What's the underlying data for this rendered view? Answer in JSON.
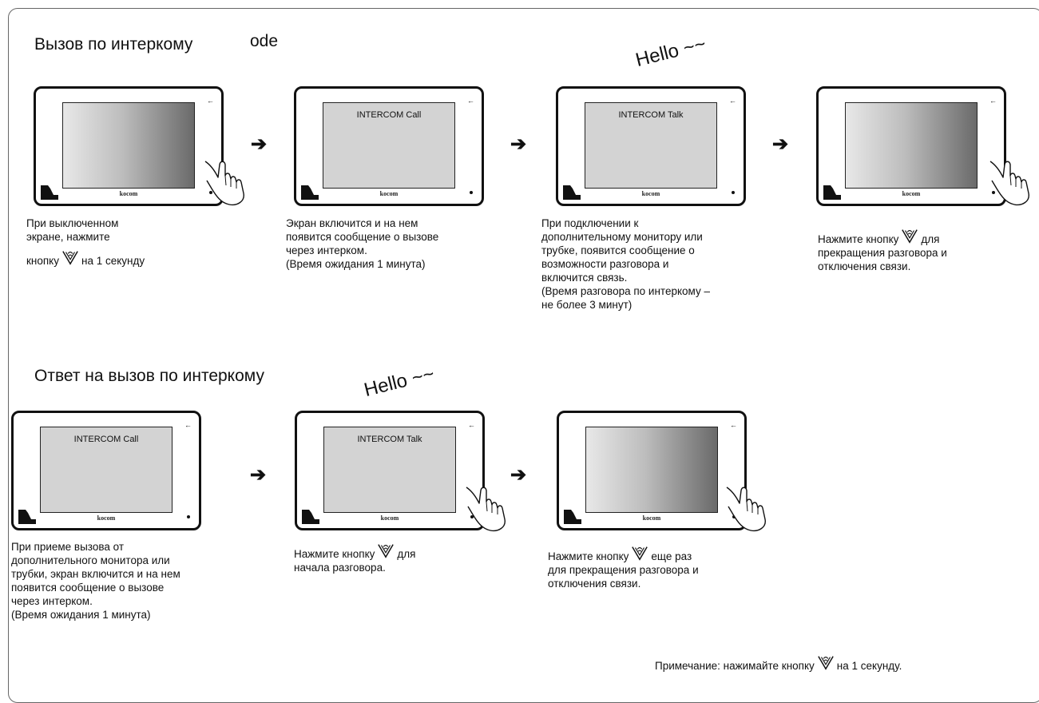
{
  "top_caption": "Вызов по интеркому",
  "sections": [
    {
      "title": "Вызов по интеркому",
      "title_fragment": "ode",
      "hello": "Hello ~~"
    },
    {
      "title": "Ответ на вызов по интеркому",
      "hello": "Hello ~~"
    }
  ],
  "brand": "kocom",
  "screens": {
    "call": "INTERCOM Call",
    "talk": "INTERCOM Talk"
  },
  "steps1": [
    {
      "lines": [
        "При выключенном",
        "экране, нажмите"
      ],
      "btn_pre": "кнопку",
      "btn_post": "на 1 секунду"
    },
    {
      "lines": [
        "Экран включится и на нем",
        "появится сообщение о вызове",
        "через интерком.",
        "(Время ожидания 1 минута)"
      ]
    },
    {
      "lines": [
        "При подключении к",
        "дополнительному монитору или",
        "трубке, появится сообщение о",
        "возможности разговора и",
        "включится связь.",
        "(Время разговора по интеркому –",
        "не более 3 минут)"
      ]
    },
    {
      "btn_pre": "Нажмите кнопку",
      "btn_post": "для",
      "lines": [
        "прекращения разговора и",
        "отключения связи."
      ]
    }
  ],
  "steps2": [
    {
      "lines": [
        "При приеме вызова от",
        "дополнительного монитора или",
        "трубки, экран включится и на нем",
        "появится сообщение о вызове",
        "через интерком.",
        "(Время ожидания 1 минута)"
      ]
    },
    {
      "btn_pre": "Нажмите кнопку",
      "btn_post": "для",
      "lines": [
        "начала разговора."
      ]
    },
    {
      "btn_pre": "Нажмите кнопку",
      "btn_post": "еще раз",
      "lines": [
        "для прекращения разговора и",
        "отключения связи."
      ]
    }
  ],
  "note": {
    "pre": "Примечание: нажимайте кнопку",
    "post": "на 1 секунду."
  },
  "icons": {
    "arrow": "right-arrow-icon",
    "button": "call-button-icon",
    "hand": "pointing-hand-icon"
  }
}
